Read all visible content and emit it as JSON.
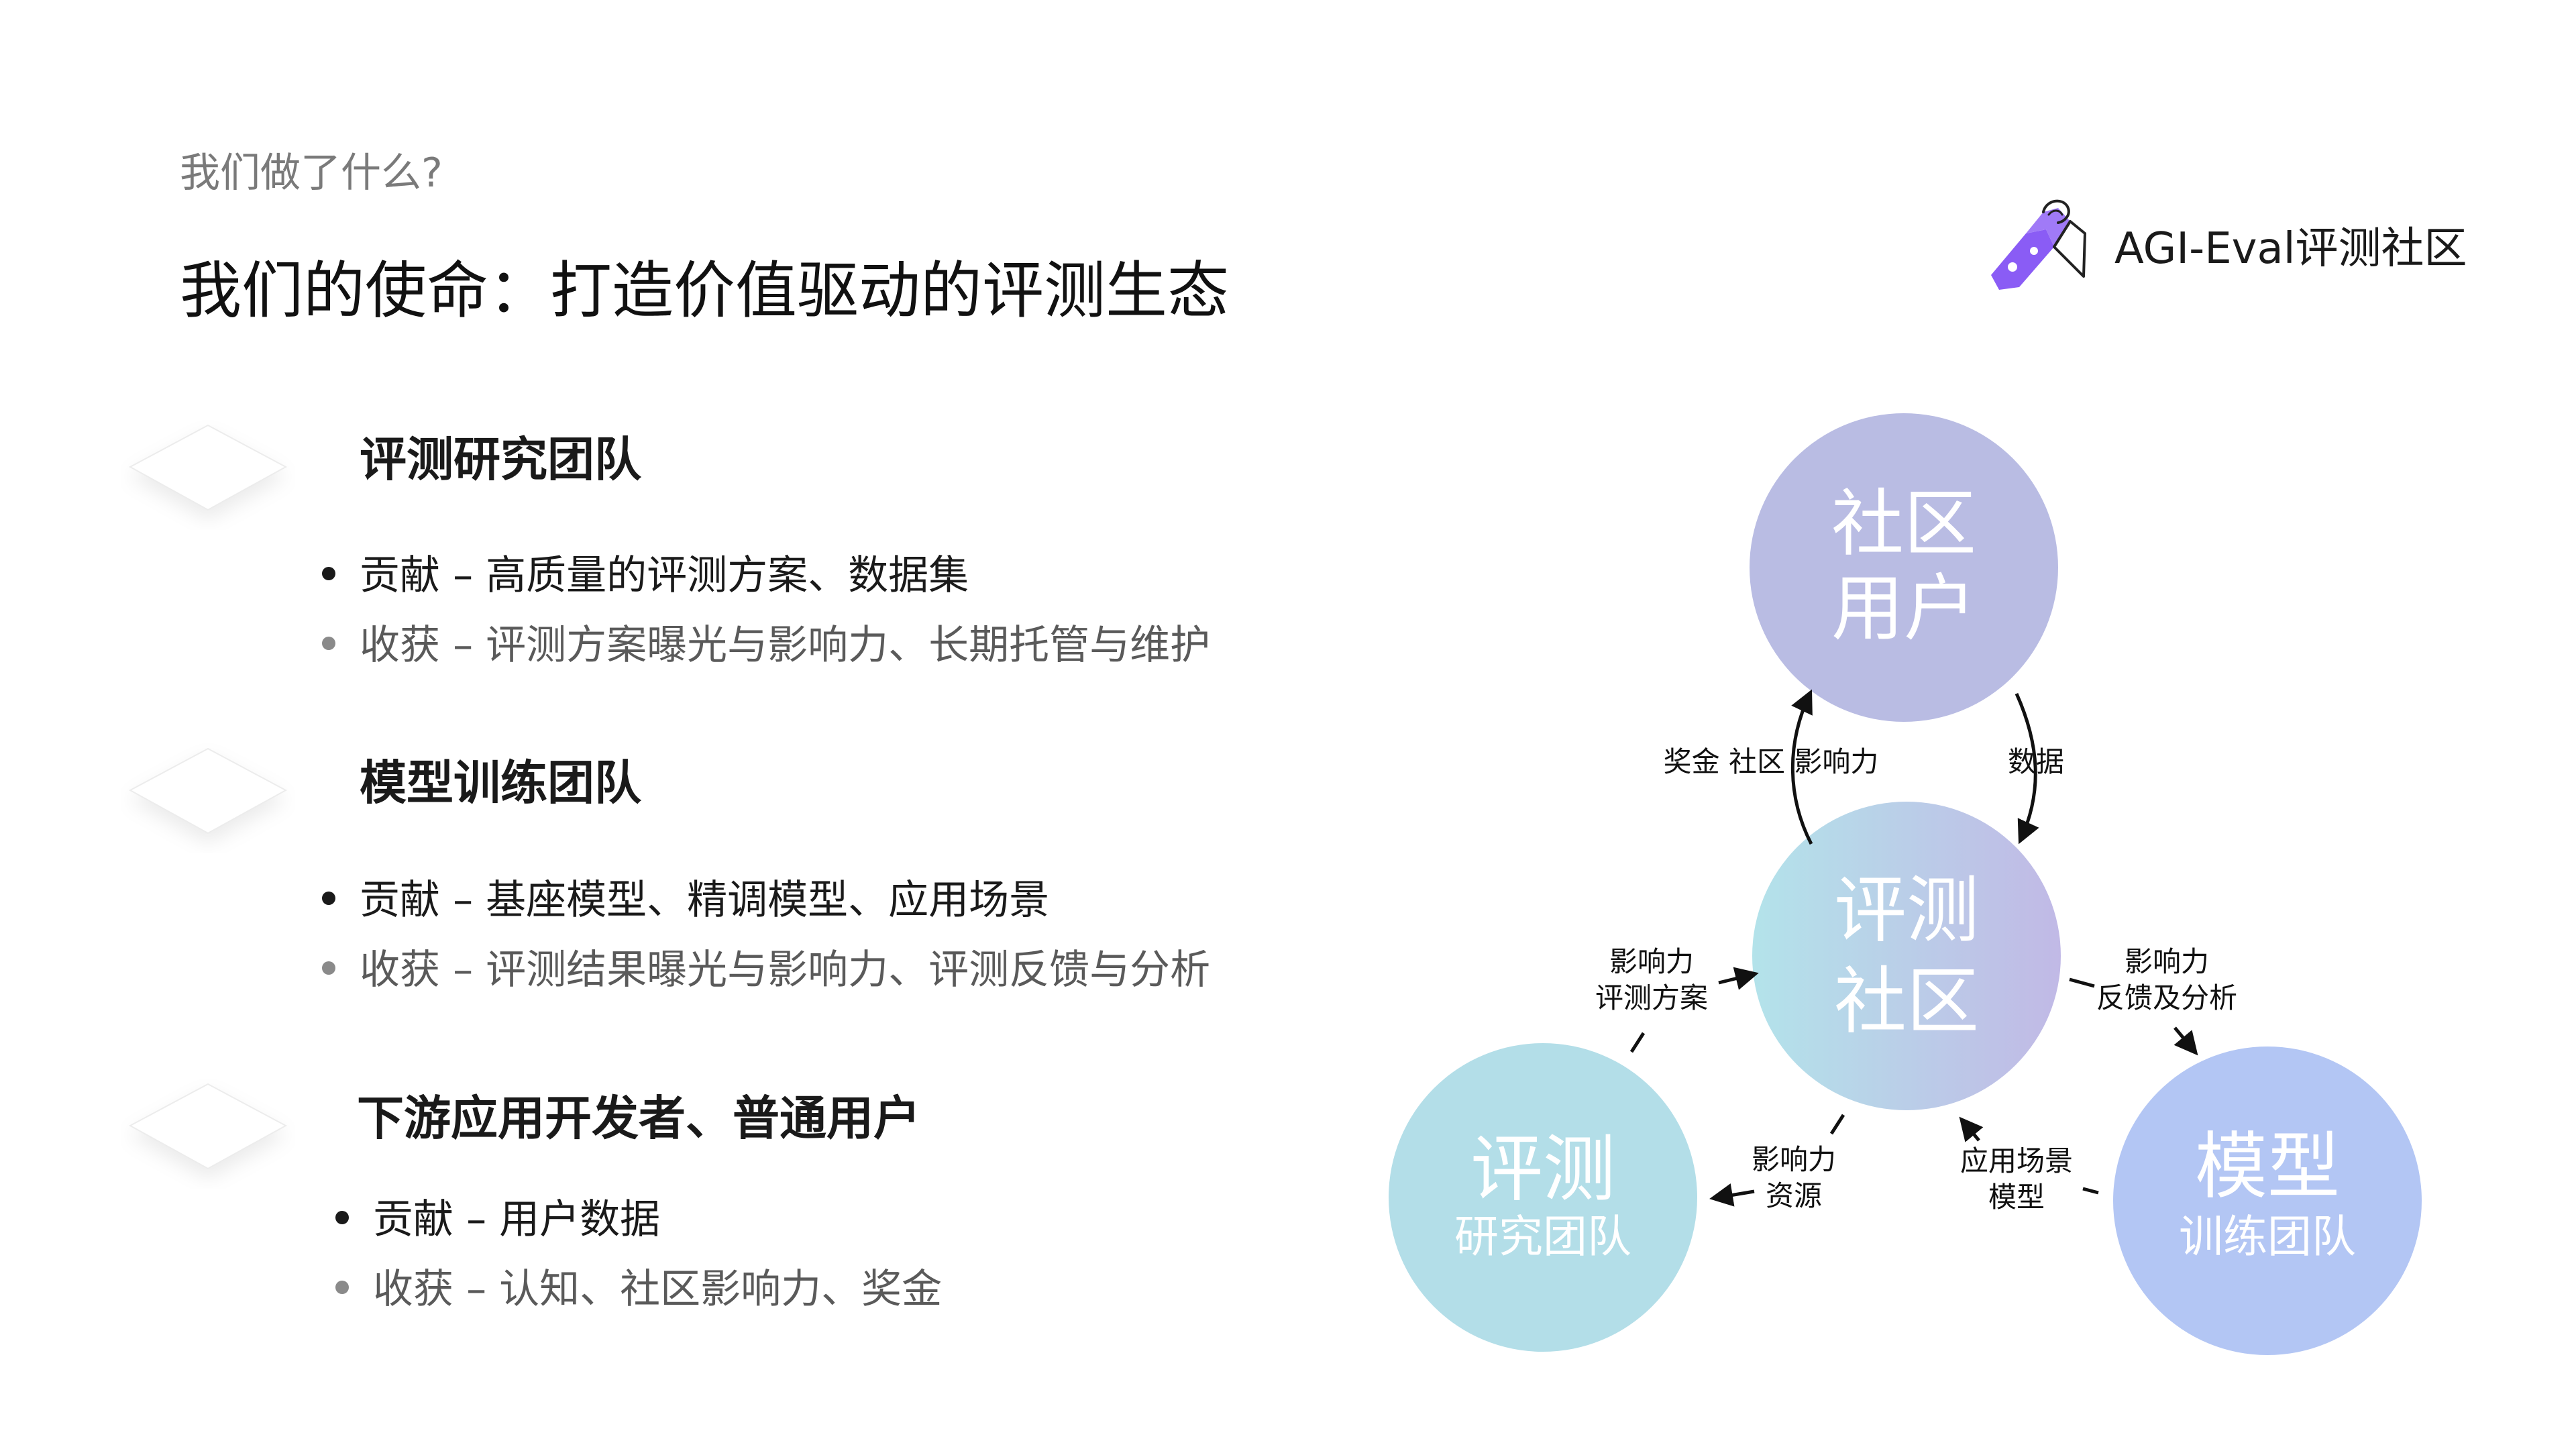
{
  "header": {
    "subtitle": "我们做了什么?",
    "title": "我们的使命：打造价值驱动的评测生态"
  },
  "brand": {
    "name": "AGI-Eval评测社区",
    "logo_icon": "puzzle-hand-icon",
    "logo_color": "#8a5cf5"
  },
  "sections": [
    {
      "heading": "评测研究团队",
      "contribution": "贡献 – 高质量的评测方案、数据集",
      "gain": "收获 – 评测方案曝光与影响力、长期托管与维护"
    },
    {
      "heading": "模型训练团队",
      "contribution": "贡献 – 基座模型、精调模型、应用场景",
      "gain": "收获 – 评测结果曝光与影响力、评测反馈与分析"
    },
    {
      "heading": "下游应用开发者、普通用户",
      "contribution": "贡献 – 用户数据",
      "gain": "收获 – 认知、社区影响力、奖金"
    }
  ],
  "diagram": {
    "nodes": {
      "community_users": {
        "line1": "社区",
        "line2": "用户",
        "color": "#b9bce3"
      },
      "eval_community": {
        "line1": "评测",
        "line2": "社区",
        "color_from": "#b3e3ea",
        "color_to": "#c1b9e6"
      },
      "research_team": {
        "line1": "评测",
        "line2": "研究团队",
        "color": "#b3dee8"
      },
      "training_team": {
        "line1": "模型",
        "line2": "训练团队",
        "color": "#b3c6f4"
      }
    },
    "edges": {
      "eval_to_users": "奖金 社区 影响力",
      "users_to_eval": "数据",
      "research_to_eval": [
        "影响力",
        "评测方案"
      ],
      "eval_to_training": [
        "影响力",
        "反馈及分析"
      ],
      "eval_to_research": [
        "影响力",
        "资源"
      ],
      "training_to_eval": [
        "应用场景",
        "模型"
      ]
    }
  }
}
